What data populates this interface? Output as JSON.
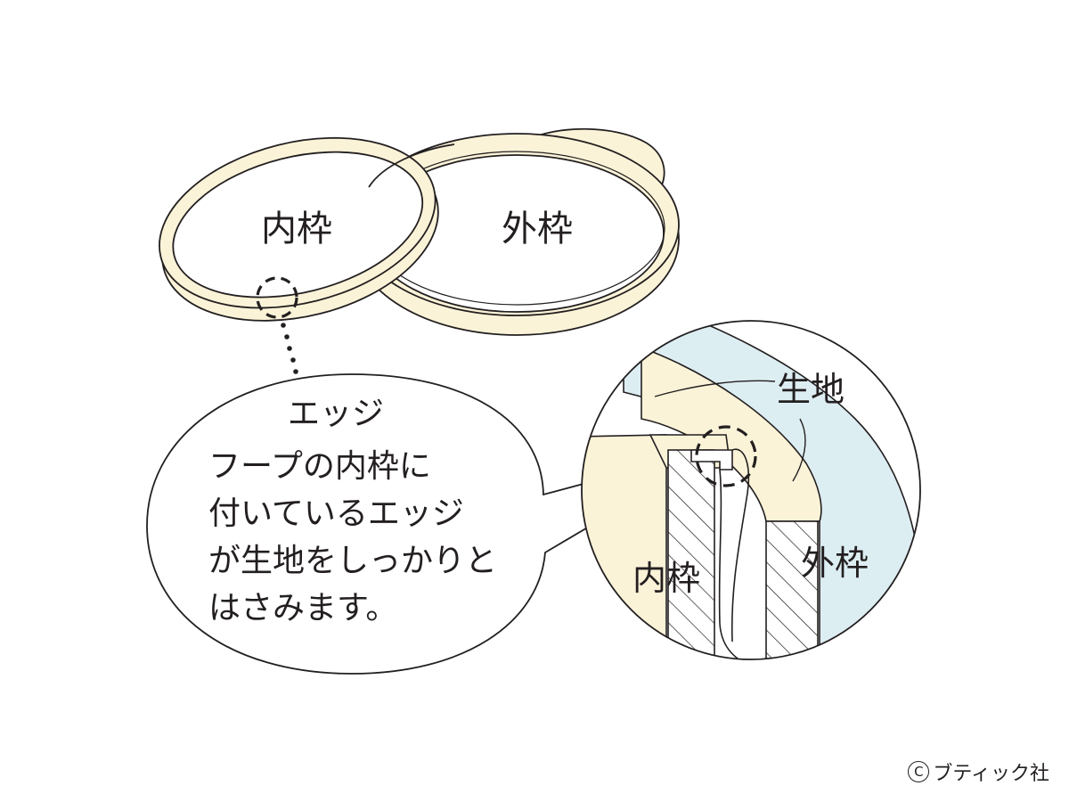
{
  "labels": {
    "inner_hoop": "内枠",
    "outer_hoop": "外枠",
    "fabric": "生地",
    "detail_inner": "内枠",
    "detail_outer": "外枠"
  },
  "callout": {
    "heading": "エッジ",
    "lines": [
      "フープの内枠に",
      "付いているエッジ",
      "が生地をしっかりと",
      "はさみます。"
    ]
  },
  "copyright": {
    "mark": "C",
    "text": "ブティック社"
  },
  "colors": {
    "hoop_fill": "#fbf3d8",
    "fabric_fill": "#ddeef3",
    "stroke": "#231f20",
    "background": "#ffffff"
  }
}
